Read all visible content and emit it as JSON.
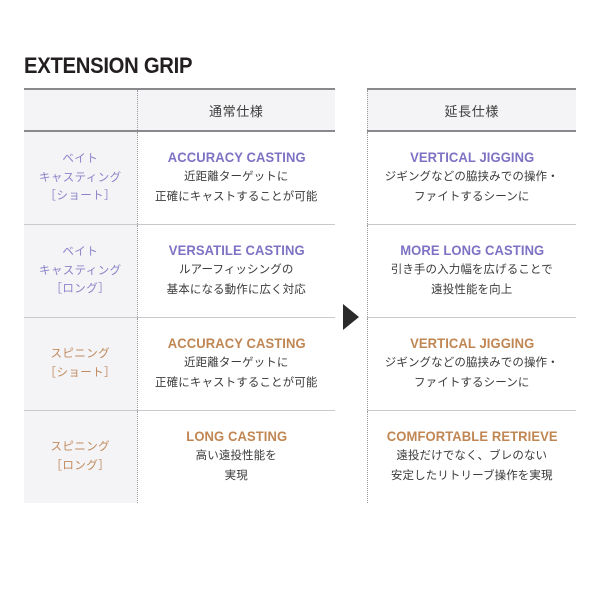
{
  "page": {
    "title": "EXTENSION GRIP"
  },
  "colors": {
    "purple": "#7d72c4",
    "brown": "#c08653",
    "label_purple": "#8b83c9",
    "label_brown": "#c08a5e",
    "body_text": "#3b3b3b",
    "header_bg": "#f4f4f6",
    "rule": "#8a8a8e"
  },
  "table": {
    "headers": {
      "label_col": "",
      "normal": "通常仕様",
      "arrow_gap": "",
      "extension": "延長仕様"
    },
    "arrow": {
      "icon": "triangle-right-icon"
    },
    "rows": [
      {
        "label": {
          "lines": [
            "ベイト",
            "キャスティング",
            "［ショート］"
          ],
          "color": "purple"
        },
        "normal": {
          "headline": "ACCURACY CASTING",
          "desc_lines": [
            "近距離ターゲットに",
            "正確にキャストすることが可能"
          ],
          "color": "purple"
        },
        "extension": {
          "headline": "VERTICAL JIGGING",
          "desc_lines": [
            "ジギングなどの脇挟みでの操作・",
            "ファイトするシーンに"
          ],
          "color": "purple"
        }
      },
      {
        "label": {
          "lines": [
            "ベイト",
            "キャスティング",
            "［ロング］"
          ],
          "color": "purple"
        },
        "normal": {
          "headline": "VERSATILE CASTING",
          "desc_lines": [
            "ルアーフィッシングの",
            "基本になる動作に広く対応"
          ],
          "color": "purple"
        },
        "extension": {
          "headline": "MORE LONG CASTING",
          "desc_lines": [
            "引き手の入力幅を広げることで",
            "遠投性能を向上"
          ],
          "color": "purple"
        }
      },
      {
        "label": {
          "lines": [
            "スピニング",
            "［ショート］"
          ],
          "color": "brown"
        },
        "normal": {
          "headline": "ACCURACY CASTING",
          "desc_lines": [
            "近距離ターゲットに",
            "正確にキャストすることが可能"
          ],
          "color": "brown"
        },
        "extension": {
          "headline": "VERTICAL JIGGING",
          "desc_lines": [
            "ジギングなどの脇挟みでの操作・",
            "ファイトするシーンに"
          ],
          "color": "brown"
        }
      },
      {
        "label": {
          "lines": [
            "スピニング",
            "［ロング］"
          ],
          "color": "brown"
        },
        "normal": {
          "headline": "LONG CASTING",
          "desc_lines": [
            "高い遠投性能を",
            "実現"
          ],
          "color": "brown"
        },
        "extension": {
          "headline": "COMFORTABLE RETRIEVE",
          "desc_lines": [
            "遠投だけでなく、ブレのない",
            "安定したリトリーブ操作を実現"
          ],
          "color": "brown"
        }
      }
    ]
  }
}
